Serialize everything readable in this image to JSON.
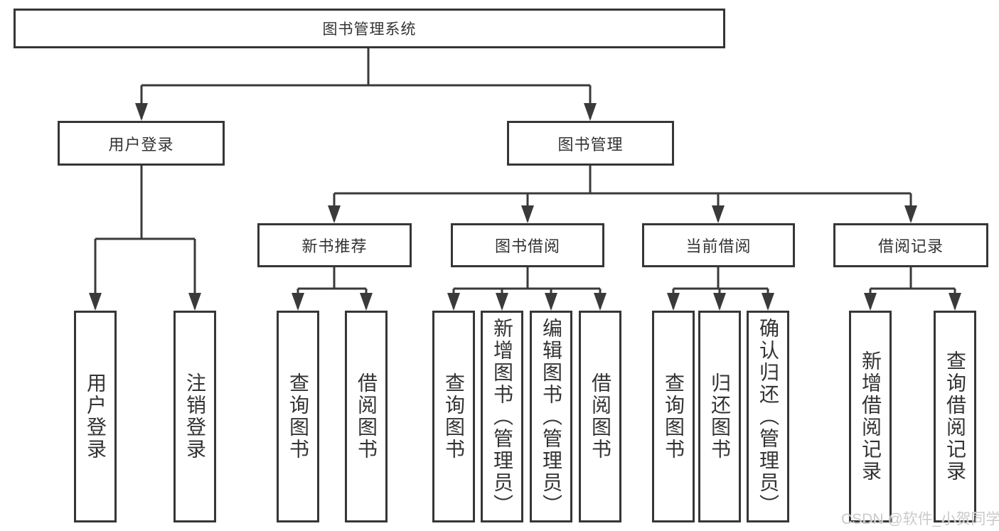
{
  "diagram": {
    "root": {
      "label": "图书管理系统"
    },
    "login_branch": {
      "label": "用户登录",
      "children": [
        {
          "label": "用户登录"
        },
        {
          "label": "注销登录"
        }
      ]
    },
    "mgmt_branch": {
      "label": "图书管理",
      "groups": [
        {
          "label": "新书推荐",
          "children": [
            {
              "label": "查询图书"
            },
            {
              "label": "借阅图书"
            }
          ]
        },
        {
          "label": "图书借阅",
          "children": [
            {
              "label": "查询图书"
            },
            {
              "label": "新增图书（管理员）"
            },
            {
              "label": "编辑图书（管理员）"
            },
            {
              "label": "借阅图书"
            }
          ]
        },
        {
          "label": "当前借阅",
          "children": [
            {
              "label": "查询图书"
            },
            {
              "label": "归还图书"
            },
            {
              "label": "确认归还（管理员）"
            }
          ]
        },
        {
          "label": "借阅记录",
          "children": [
            {
              "label": "新增借阅记录"
            },
            {
              "label": "查询借阅记录"
            }
          ]
        }
      ]
    }
  },
  "watermark": {
    "text": "CSDN @软件_小贺同学"
  },
  "colors": {
    "line": "#3a3a3a",
    "border": "#363636",
    "text": "#333333",
    "background": "#ffffff",
    "watermark": "#c8c8c8"
  }
}
